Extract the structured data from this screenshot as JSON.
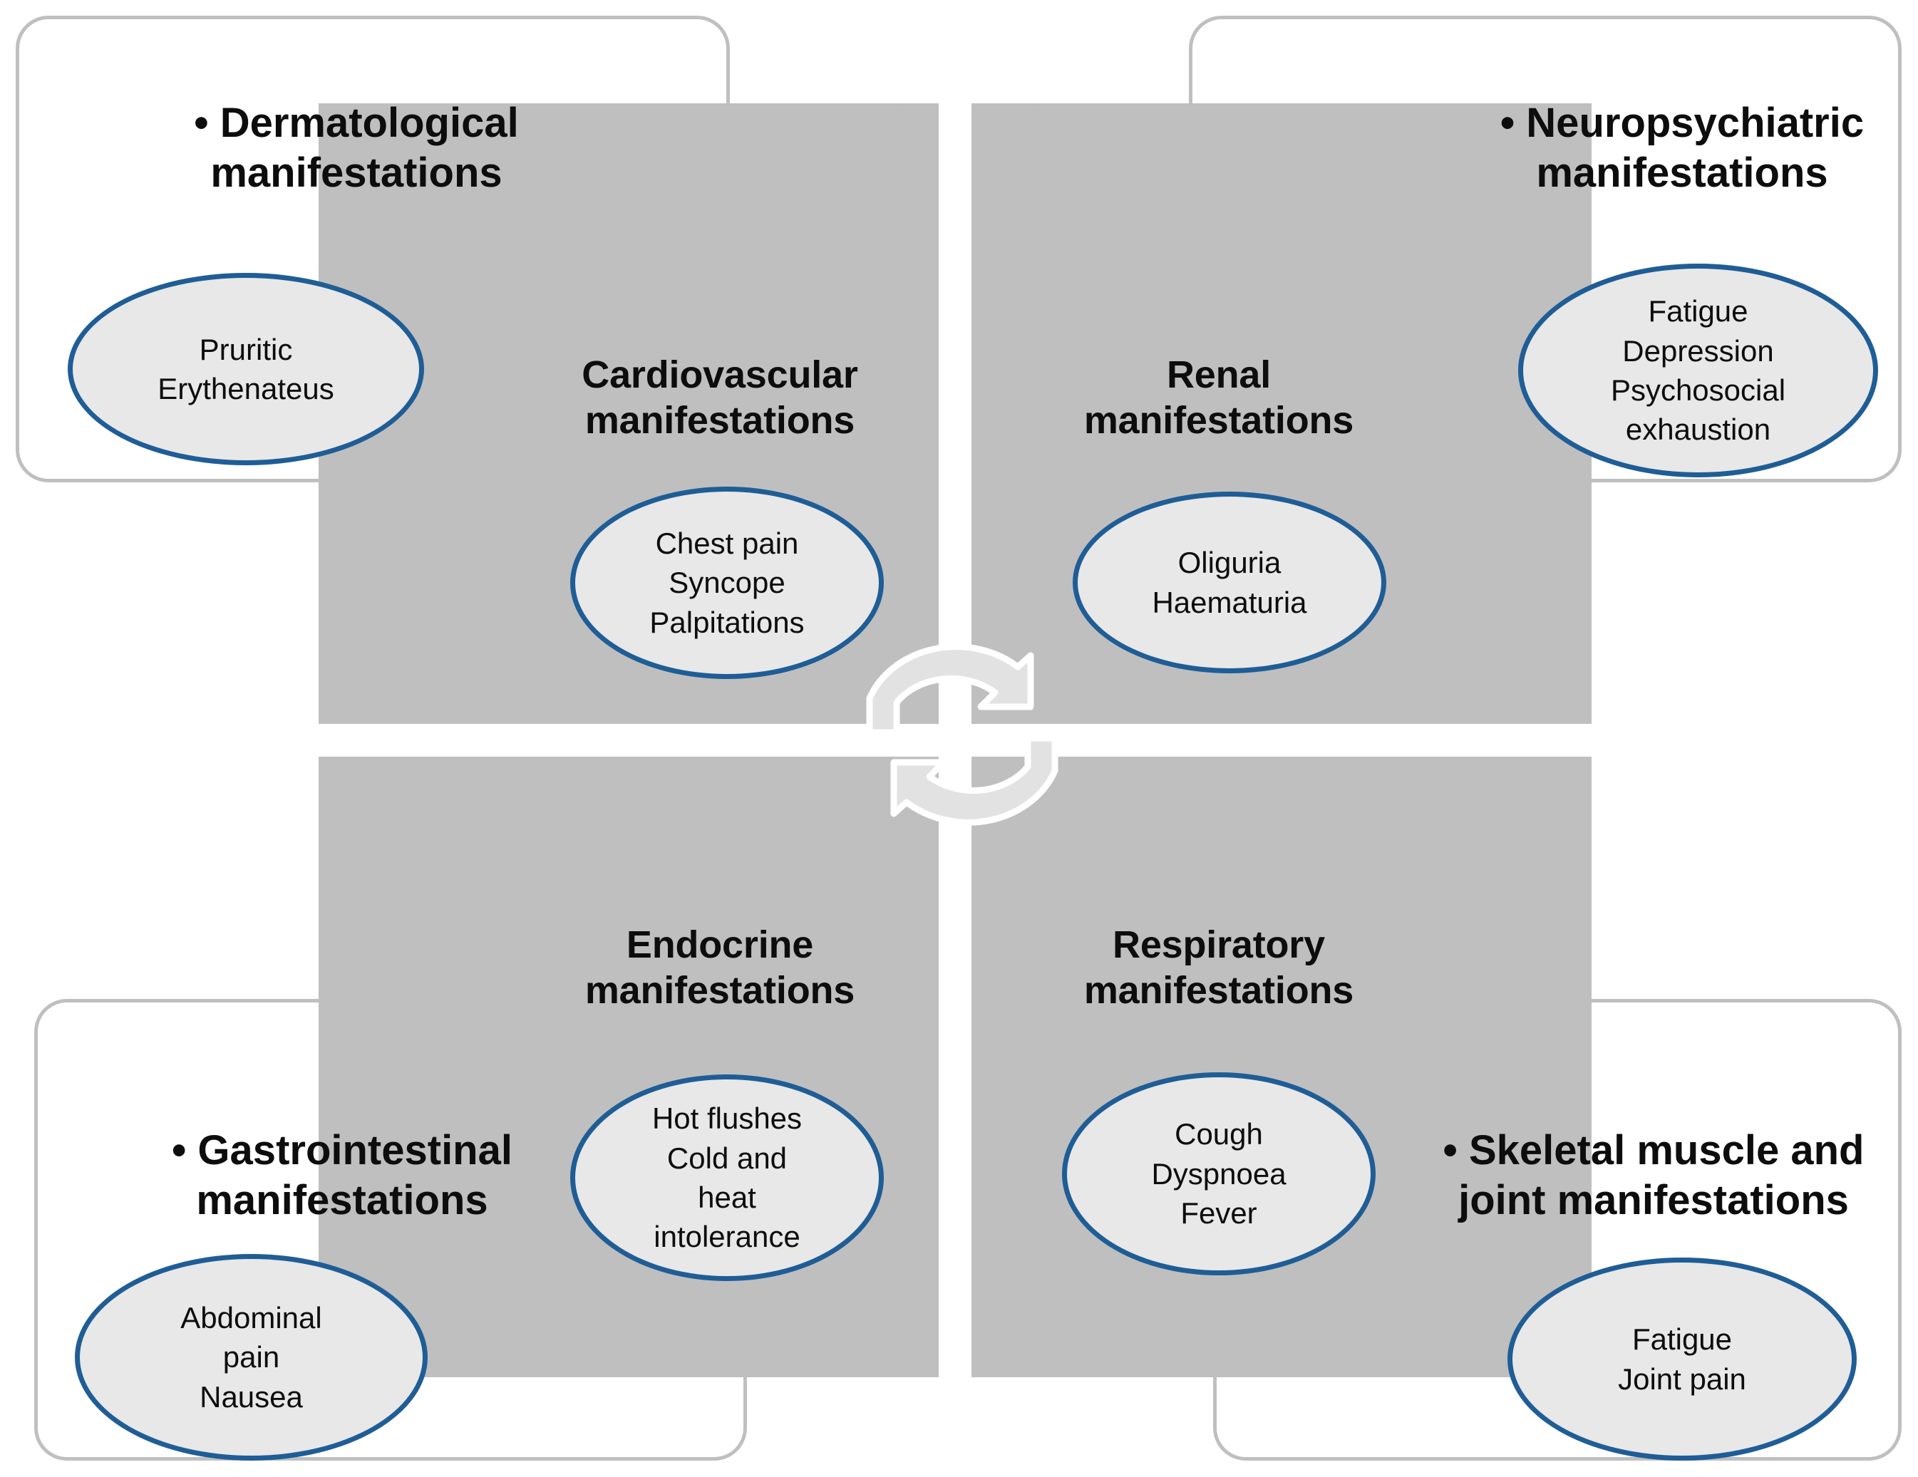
{
  "diagram": {
    "title": "Multi-system manifestations wheel",
    "colors": {
      "quadrant_fill": "#bfbfbf",
      "ellipse_stroke": "#1f5d96",
      "ellipse_fill": "#e8e8e8",
      "box_border": "#bfbfbf",
      "text": "#0d0d0d",
      "arrow_fill": "#e0e0e0",
      "arrow_stroke": "#ffffff",
      "background": "#ffffff"
    },
    "center_wheel": {
      "quadrants": [
        {
          "position": "top-left",
          "title": "Cardiovascular\nmanifestations",
          "title_line1": "Cardiovascular",
          "title_line2": "manifestations",
          "symptoms": [
            "Chest pain",
            "Syncope",
            "Palpitations"
          ],
          "symptoms_text": "Chest pain\nSyncope\nPalpitations"
        },
        {
          "position": "top-right",
          "title": "Renal\nmanifestations",
          "title_line1": "Renal",
          "title_line2": "manifestations",
          "symptoms": [
            "Oliguria",
            "Haematuria"
          ],
          "symptoms_text": "Oliguria\nHaematuria"
        },
        {
          "position": "bottom-left",
          "title": "Endocrine\nmanifestations",
          "title_line1": "Endocrine",
          "title_line2": "manifestations",
          "symptoms": [
            "Hot flushes",
            "Cold and",
            "heat",
            "intolerance"
          ],
          "symptoms_text": "Hot flushes\nCold and\nheat\nintolerance"
        },
        {
          "position": "bottom-right",
          "title": "Respiratory\nmanifestations",
          "title_line1": "Respiratory",
          "title_line2": "manifestations",
          "symptoms": [
            "Cough",
            "Dyspnoea",
            "Fever"
          ],
          "symptoms_text": "Cough\nDyspnoea\nFever"
        }
      ],
      "cycle_arrows": {
        "count": 2,
        "icon_upper": "clockwise-arc-arrow-icon",
        "icon_lower": "counterclockwise-arc-arrow-icon"
      }
    },
    "outer_boxes": [
      {
        "position": "top-left",
        "bullet": "•",
        "heading": "• Dermatological\nmanifestations",
        "heading_line1": "• Dermatological",
        "heading_line2": "manifestations",
        "symptoms": [
          "Pruritic",
          "Erythenateus"
        ],
        "symptoms_text": "Pruritic\nErythenateus"
      },
      {
        "position": "top-right",
        "bullet": "•",
        "heading": "• Neuropsychiatric\nmanifestations",
        "heading_line1": "• Neuropsychiatric",
        "heading_line2": "manifestations",
        "symptoms": [
          "Fatigue",
          "Depression",
          "Psychosocial",
          "exhaustion"
        ],
        "symptoms_text": "Fatigue\nDepression\nPsychosocial\nexhaustion"
      },
      {
        "position": "bottom-left",
        "bullet": "•",
        "heading": "• Gastrointestinal\nmanifestations",
        "heading_line1": "• Gastrointestinal",
        "heading_line2": "manifestations",
        "symptoms": [
          "Abdominal",
          "pain",
          "Nausea"
        ],
        "symptoms_text": "Abdominal\npain\nNausea"
      },
      {
        "position": "bottom-right",
        "bullet": "•",
        "heading": "• Skeletal muscle and\njoint manifestations",
        "heading_line1": "• Skeletal muscle and",
        "heading_line2": "joint manifestations",
        "symptoms": [
          "Fatigue",
          "Joint pain"
        ],
        "symptoms_text": "Fatigue\nJoint pain"
      }
    ]
  }
}
